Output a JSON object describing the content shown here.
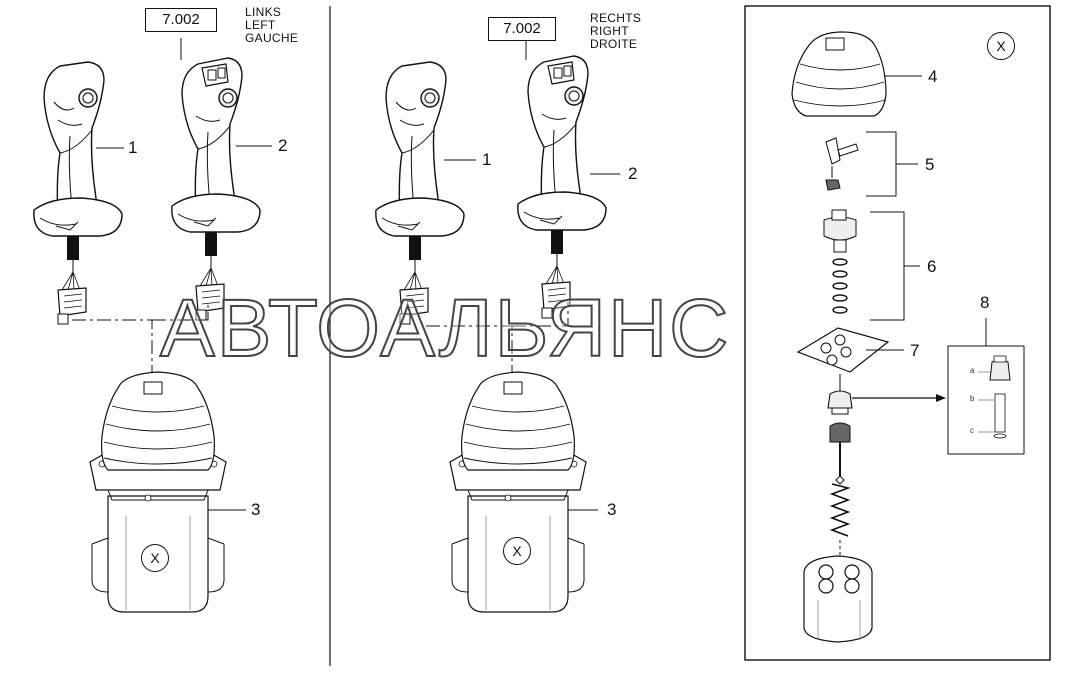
{
  "left_group": {
    "side_lines": [
      "LINKS",
      "LEFT",
      "GAUCHE"
    ],
    "ref": "7.002",
    "callouts": {
      "handle_plain": "1",
      "handle_buttons": "2",
      "base": "3"
    },
    "base_marker": "X"
  },
  "right_group": {
    "side_lines": [
      "RECHTS",
      "RIGHT",
      "DROITE"
    ],
    "ref": "7.002",
    "callouts": {
      "handle_plain": "1",
      "handle_buttons": "2",
      "base": "3"
    },
    "base_marker": "X"
  },
  "detail_panel": {
    "marker": "X",
    "callouts": {
      "boot": "4",
      "pin_set": "5",
      "washer_set": "6",
      "plate": "7",
      "valve_detail": "8"
    },
    "detail_letters": [
      "a",
      "b",
      "c"
    ]
  },
  "watermark": "АВТОАЛЬЯНС",
  "colors": {
    "line": "#111111",
    "fill": "#ffffff",
    "shade": "#d8d8d8"
  }
}
